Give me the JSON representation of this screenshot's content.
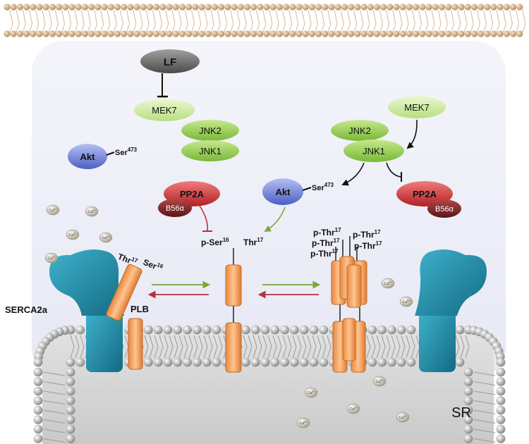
{
  "left_pathway": {
    "lf": "LF",
    "mek7": "MEK7",
    "jnk2": "JNK2",
    "jnk1": "JNK1",
    "akt": "Akt",
    "akt_site": "Ser",
    "akt_site_sup": "473",
    "pp2a": "PP2A",
    "b56": "B56α"
  },
  "right_pathway": {
    "mek7": "MEK7",
    "jnk2": "JNK2",
    "jnk1": "JNK1",
    "akt": "Akt",
    "akt_site": "Ser",
    "akt_site_sup": "473",
    "pp2a": "PP2A",
    "b56": "B56α"
  },
  "plb_labels": {
    "thr": "Thr",
    "thr_sup": "17",
    "ser": "Ser",
    "ser_sup": "16",
    "plb": "PLB",
    "serca": "SERCA2a"
  },
  "center_labels": {
    "pser": "p-Ser",
    "pser_sup": "16",
    "thr": "Thr",
    "thr_sup": "17"
  },
  "pentamer_labels": {
    "pthr": "p-Thr",
    "sup": "17"
  },
  "ca_label": "Ca",
  "ca_sup": "2+",
  "sr_label": "SR",
  "colors": {
    "lf": "#6f6f6f",
    "mek7": "#cfe9a6",
    "jnk": "#9cd15a",
    "akt": "#7688d8",
    "pp2a": "#d84244",
    "b56": "#8a2a2a",
    "serca": "#1f8aa6",
    "plb": "#f0a060",
    "inhibit_red": "#b0343a",
    "activate_green": "#7aa63a"
  }
}
